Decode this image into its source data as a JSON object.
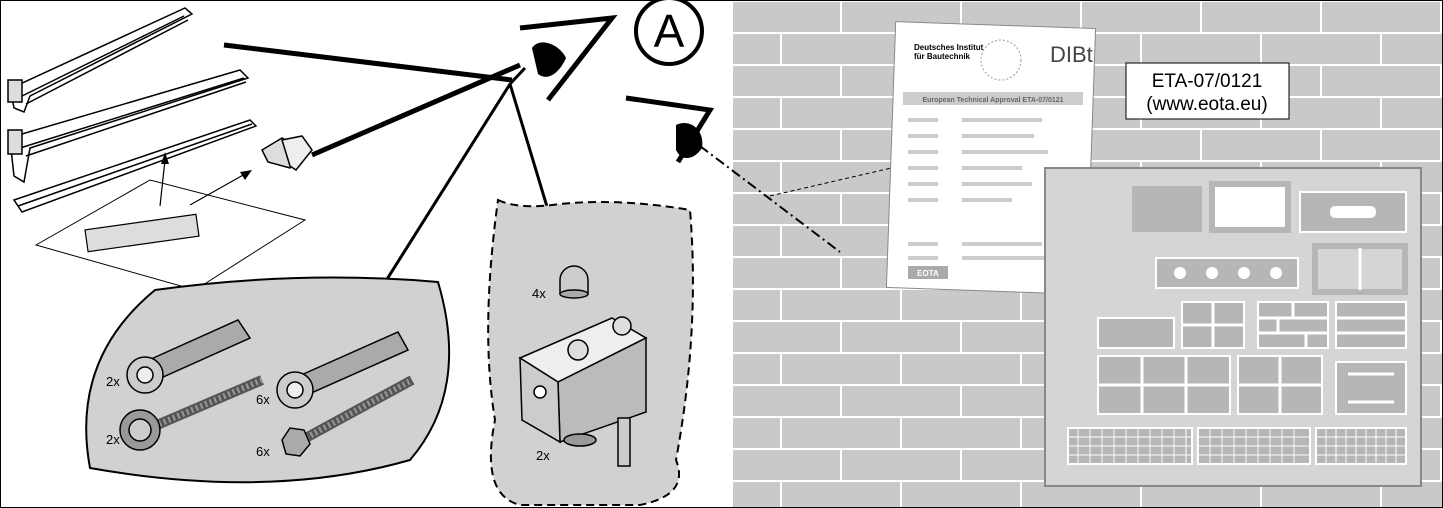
{
  "callout": {
    "letter": "A"
  },
  "quantities": {
    "plug_short": "2x",
    "screw_washer": "2x",
    "plug_long": "6x",
    "screw_hex": "6x",
    "cap": "4x",
    "bracket": "2x"
  },
  "approval": {
    "code": "ETA-07/0121",
    "site": "(www.eota.eu)"
  },
  "certificate": {
    "institute_line1": "Deutsches Institut",
    "institute_line2": "für Bautechnik",
    "logo": "DIBt",
    "heading": "European Technical Approval ETA-07/0121",
    "footer_logo": "EOTA"
  },
  "colors": {
    "brick": "#c8c9ca",
    "mortar": "#ffffff",
    "panel_fill": "#d4d5d6",
    "block_fill": "#b5b6b7",
    "line": "#000000"
  }
}
